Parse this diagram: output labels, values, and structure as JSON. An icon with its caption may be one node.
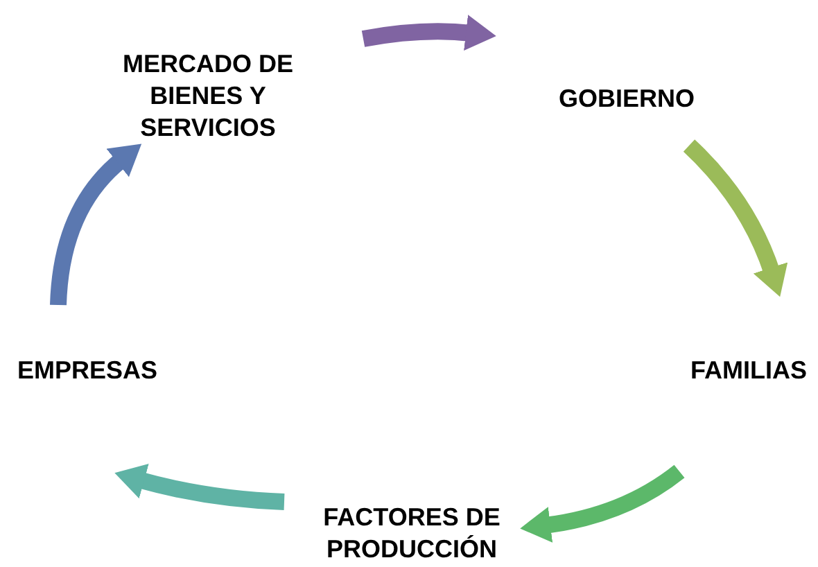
{
  "diagram": {
    "nodes": [
      {
        "text": [
          "MERCADO DE BIENES Y SERVICIOS"
        ]
      },
      {
        "text": [
          "GOBIERNO"
        ]
      },
      {
        "text": [
          "FAMILIAS"
        ]
      },
      {
        "text": [
          "FACTORES DE PRODUCCIÓN"
        ]
      },
      {
        "text": [
          "EMPRESAS"
        ]
      }
    ],
    "edges": [
      {
        "from": 0,
        "to": 1,
        "arrow": "to",
        "color": "#8064a2"
      },
      {
        "from": 1,
        "to": 2,
        "arrow": "to",
        "color": "#9bbb59"
      },
      {
        "from": 2,
        "to": 3,
        "arrow": "to",
        "color": "#5cb86a"
      },
      {
        "from": 3,
        "to": 4,
        "arrow": "to",
        "color": "#5fb3a5"
      },
      {
        "from": 4,
        "to": 0,
        "arrow": "to",
        "color": "#5b78b0"
      }
    ]
  }
}
